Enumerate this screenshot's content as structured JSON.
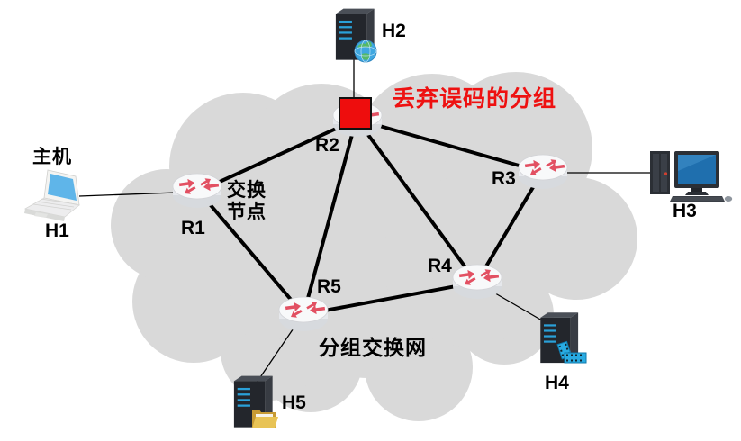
{
  "network": {
    "host_annotation": "主机",
    "switch_node_annotation": {
      "line1": "交换",
      "line2": "节点"
    },
    "cloud_label": "分组交换网",
    "drop_annotation": {
      "text": "丢弃误码的分组",
      "color": "#ee1111"
    },
    "routers": [
      {
        "id": "R1"
      },
      {
        "id": "R2"
      },
      {
        "id": "R3"
      },
      {
        "id": "R4"
      },
      {
        "id": "R5"
      }
    ],
    "hosts": [
      {
        "id": "H1",
        "device": "laptop"
      },
      {
        "id": "H2",
        "device": "server-globe"
      },
      {
        "id": "H3",
        "device": "desktop-pc"
      },
      {
        "id": "H4",
        "device": "server-video"
      },
      {
        "id": "H5",
        "device": "server-folder"
      }
    ],
    "links": {
      "backbone": [
        "R1-R2",
        "R1-R5",
        "R2-R3",
        "R2-R5",
        "R2-R4",
        "R3-R4",
        "R4-R5"
      ],
      "access": [
        "H1-R1",
        "H2-R2",
        "H3-R3",
        "H4-R4",
        "H5-R5"
      ]
    },
    "colors": {
      "cloud": "#d9d9d9",
      "link": "#000000",
      "dropped_packet": "#ee0d0d",
      "router_arrow": "#e25062"
    }
  }
}
